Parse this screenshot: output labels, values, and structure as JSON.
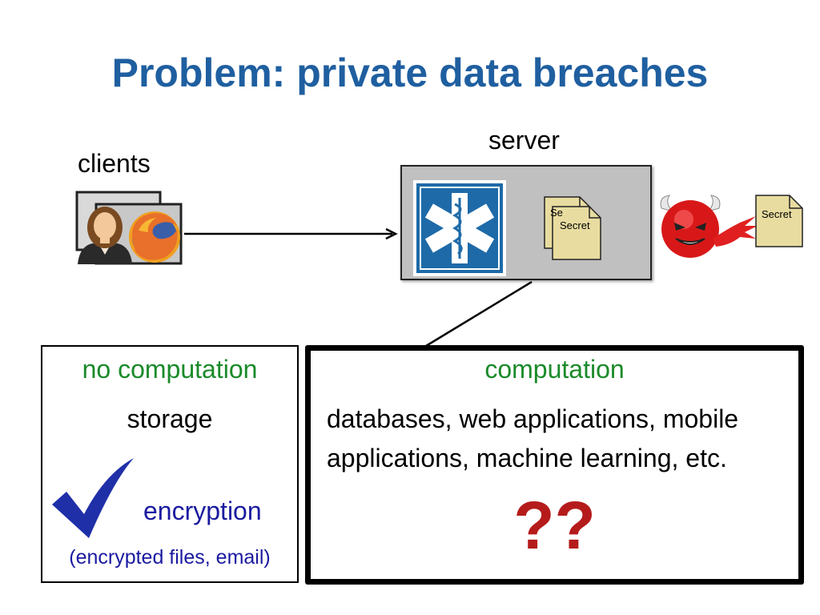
{
  "title": "Problem: private data breaches",
  "labels": {
    "server": "server",
    "clients": "clients"
  },
  "documents": {
    "server_back": "Se",
    "server_front": "Secret",
    "attacker": "Secret"
  },
  "left_box": {
    "heading": "no computation",
    "item": "storage",
    "check_label": "encryption",
    "note": "(encrypted files, email)"
  },
  "right_box": {
    "heading": "computation",
    "line1": "databases, web applications, mobile",
    "line2": "applications, machine learning, etc.",
    "question": "??"
  },
  "colors": {
    "title": "#1f5fa0",
    "heading_green": "#1a8a2a",
    "encryption_blue": "#1a1aa0",
    "question_red": "#b51b1b",
    "medical_blue": "#1e6aa8",
    "paper": "#e8dca0"
  },
  "icons": {
    "client_user": "user-avatar-icon",
    "client_browser": "firefox-icon",
    "server_app": "medical-star-of-life-icon",
    "attacker": "devil-face-icon",
    "checkmark": "checkmark-icon"
  }
}
